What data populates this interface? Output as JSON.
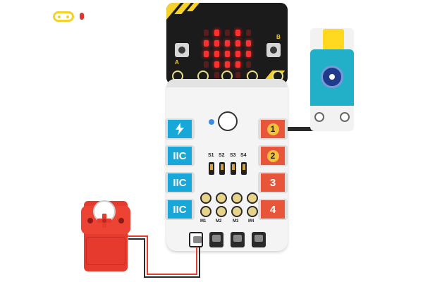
{
  "board": {
    "left_ports": [
      "",
      "IIC",
      "IIC",
      "IIC"
    ],
    "right_ports": [
      "1",
      "2",
      "3",
      "4"
    ],
    "switch_labels": [
      "S1",
      "S2",
      "S3",
      "S4"
    ],
    "motor_labels": [
      "M1",
      "M2",
      "M3",
      "M4"
    ]
  },
  "microbit": {
    "button_a": "A",
    "button_b": "B",
    "led_matrix": [
      [
        0,
        1,
        0,
        1,
        0
      ],
      [
        1,
        1,
        1,
        1,
        1
      ],
      [
        1,
        1,
        1,
        1,
        1
      ],
      [
        0,
        1,
        1,
        1,
        0
      ],
      [
        0,
        0,
        1,
        0,
        0
      ]
    ],
    "led_color": "#ff3030"
  },
  "colors": {
    "iic_port": "#17a7d8",
    "numbered_port": "#e7553a",
    "servo": "#e63a2e",
    "potentiometer": "#22b0c9"
  },
  "icons": {
    "power": "lightning-icon"
  }
}
